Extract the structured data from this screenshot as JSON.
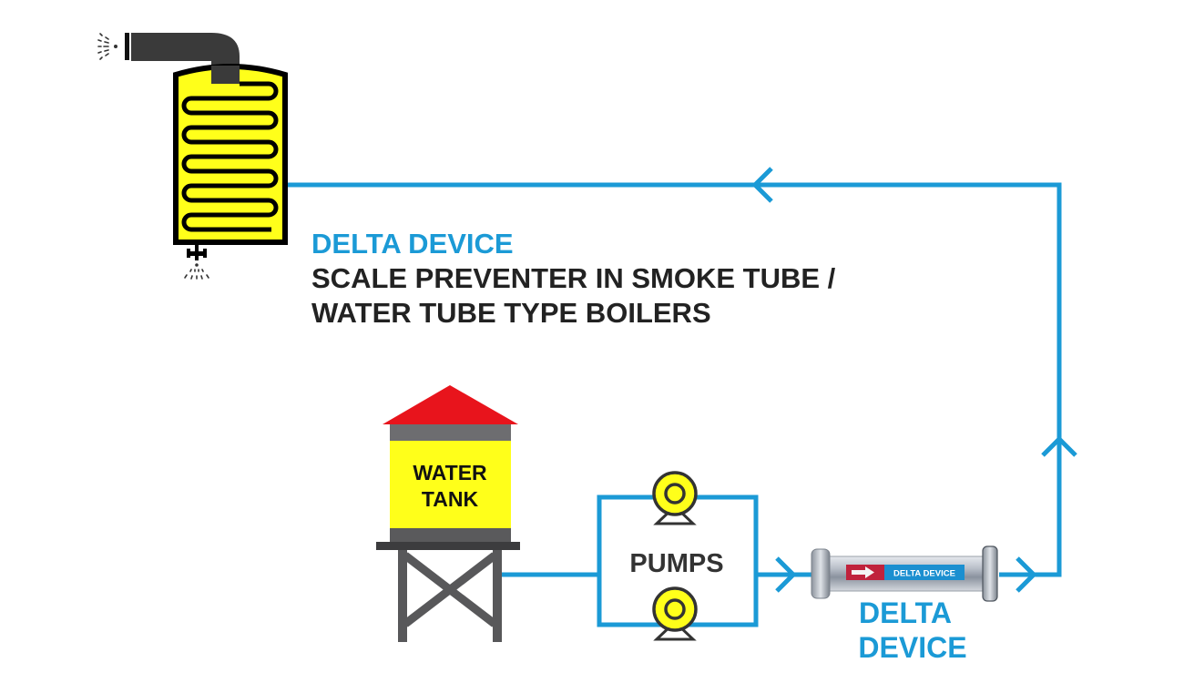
{
  "colors": {
    "pipe": "#1b9ad6",
    "title_accent": "#1b9ad6",
    "title_text": "#222222",
    "boiler_fill": "#ffff1a",
    "tank_roof": "#e8141c",
    "tank_body": "#ffff1a",
    "tank_stand": "#58585a",
    "pump_fill": "#ffff1a"
  },
  "title": {
    "product": "DELTA DEVICE",
    "line1": "SCALE PREVENTER IN SMOKE TUBE /",
    "line2": "WATER TUBE TYPE BOILERS"
  },
  "components": {
    "boiler": {
      "name": "boiler",
      "icon": "boiler-icon"
    },
    "water_tank": {
      "label_line1": "WATER",
      "label_line2": "TANK",
      "icon": "water-tower-icon"
    },
    "pumps": {
      "label": "PUMPS",
      "count": 2,
      "icon": "pump-icon"
    },
    "delta_device": {
      "body_label": "DELTA DEVICE",
      "caption_line1": "DELTA",
      "caption_line2": "DEVICE",
      "icon": "delta-device-tube-icon"
    }
  },
  "flow": {
    "path": [
      "WATER TANK",
      "PUMPS",
      "DELTA DEVICE",
      "BOILER"
    ],
    "arrows": [
      "right",
      "right",
      "up",
      "left"
    ]
  }
}
